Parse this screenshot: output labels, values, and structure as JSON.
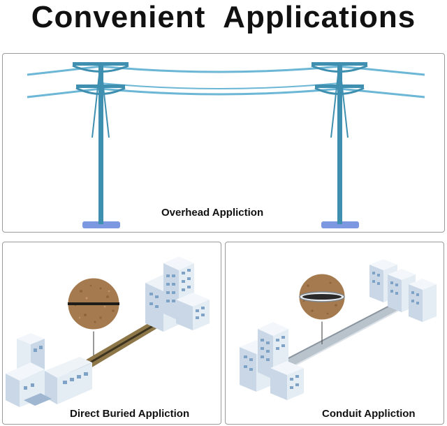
{
  "title": "Convenient  Applications",
  "panels": {
    "overhead": {
      "caption": "Overhead Appliction"
    },
    "direct_buried": {
      "caption": "Direct Buried Appliction"
    },
    "conduit": {
      "caption": "Conduit Appliction"
    }
  },
  "colors": {
    "pole": "#3f8fb0",
    "wire": "#6cb6d6",
    "pole_base": "#7c98e0",
    "building_face": "#dbe6f0",
    "building_window": "#7ea3c6",
    "soil": "#a57a4e",
    "trench": "#6b5a35",
    "conduit": "#b9c3cc",
    "panel_border": "#9a9a9a"
  }
}
